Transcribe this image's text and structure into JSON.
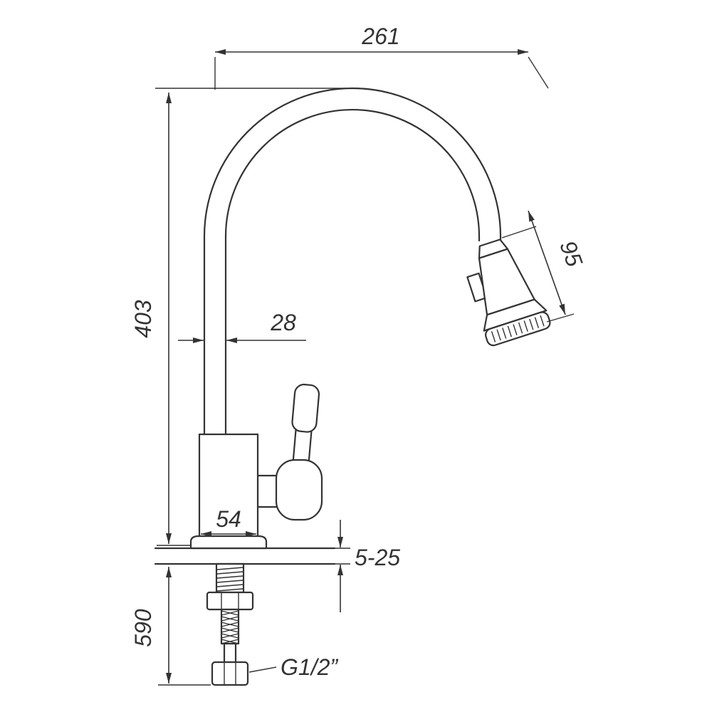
{
  "page": {
    "background": "#ffffff",
    "line_color": "#333333"
  },
  "drawing": {
    "subject": "kitchen-faucet-technical-drawing",
    "units_implied": "mm",
    "labels": {
      "spout_reach": "261",
      "spout_height": "403",
      "spray_head_length": "95",
      "pipe_width": "28",
      "base_width": "54",
      "deck_thickness_range": "5-25",
      "hose_length": "590",
      "thread_size": "G1/2”"
    }
  }
}
